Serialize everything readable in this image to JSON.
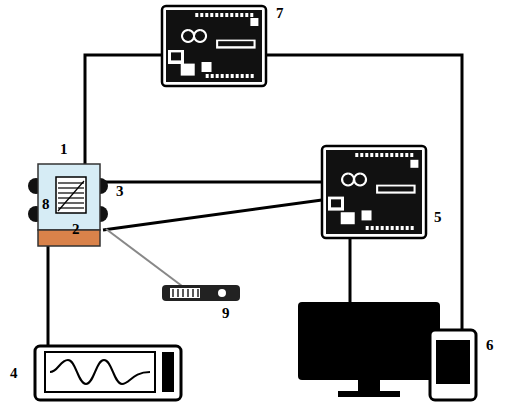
{
  "diagram": {
    "labels": [
      "7",
      "1",
      "3",
      "8",
      "2",
      "5",
      "9",
      "4",
      "6"
    ]
  }
}
